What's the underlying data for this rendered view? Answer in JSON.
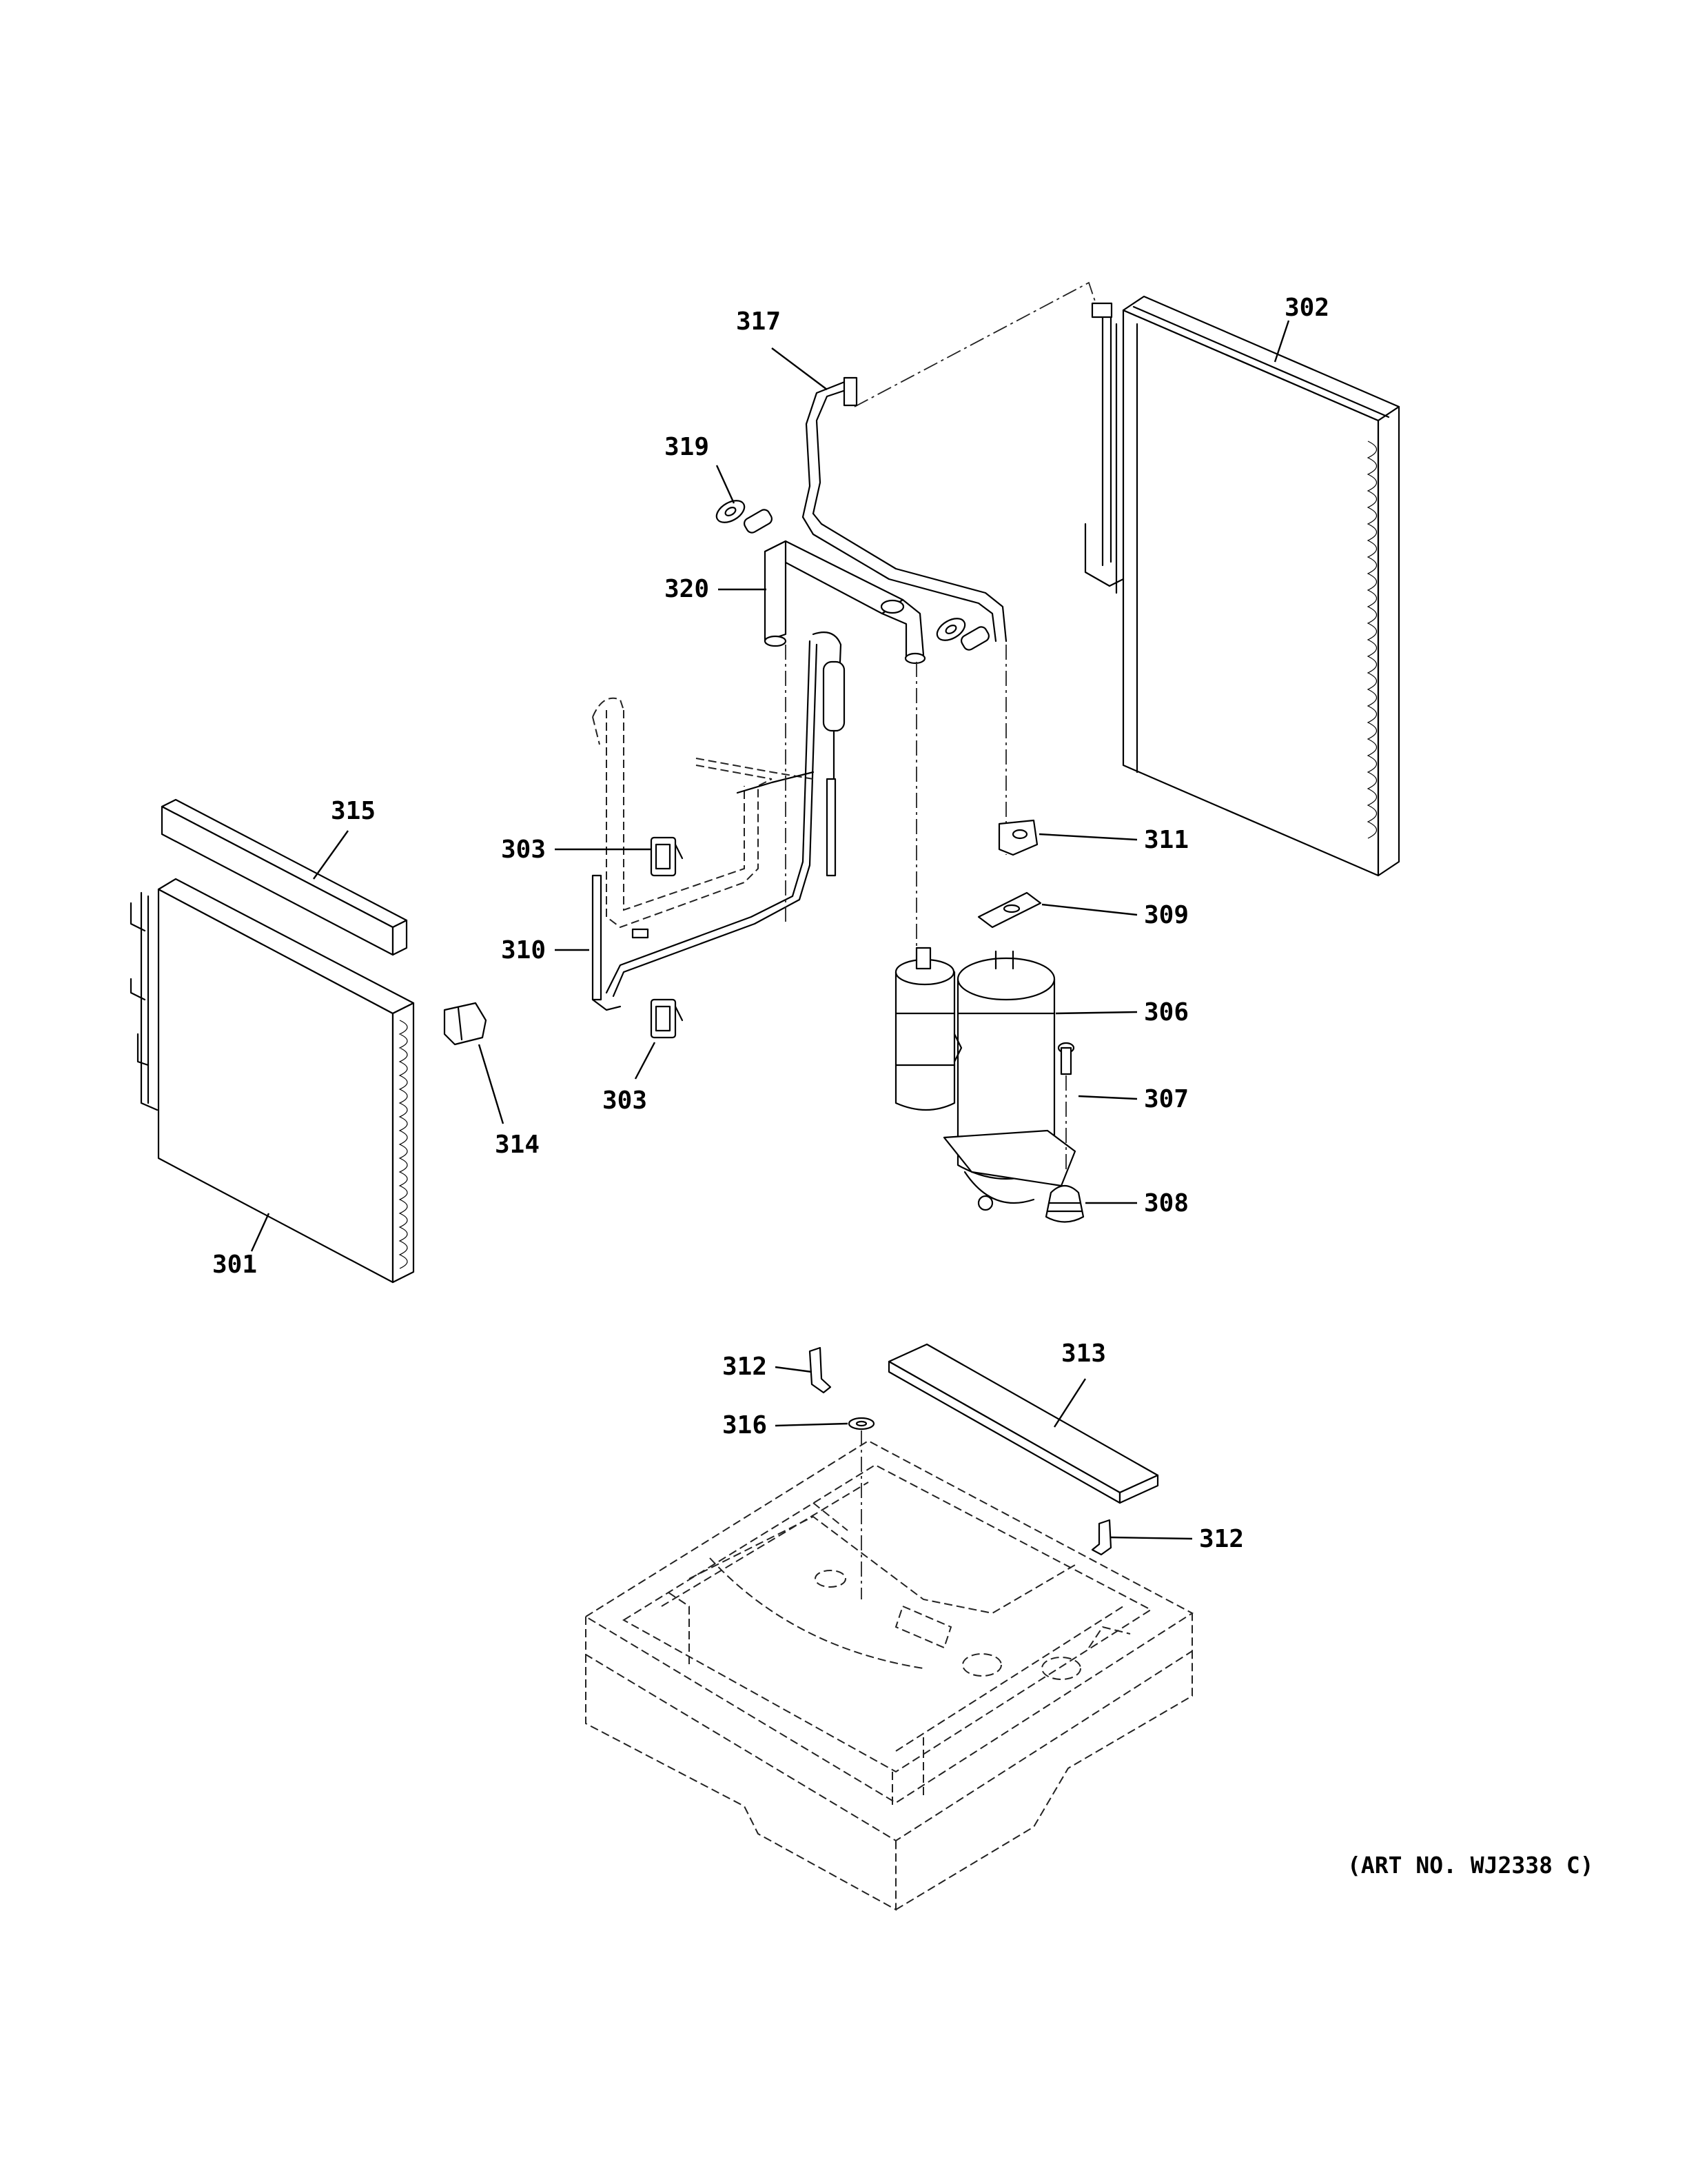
{
  "callouts": [
    {
      "id": "c301",
      "label": "301"
    },
    {
      "id": "c302",
      "label": "302"
    },
    {
      "id": "c303a",
      "label": "303"
    },
    {
      "id": "c303b",
      "label": "303"
    },
    {
      "id": "c306",
      "label": "306"
    },
    {
      "id": "c307",
      "label": "307"
    },
    {
      "id": "c308",
      "label": "308"
    },
    {
      "id": "c309",
      "label": "309"
    },
    {
      "id": "c310",
      "label": "310"
    },
    {
      "id": "c311",
      "label": "311"
    },
    {
      "id": "c312a",
      "label": "312"
    },
    {
      "id": "c312b",
      "label": "312"
    },
    {
      "id": "c313",
      "label": "313"
    },
    {
      "id": "c314",
      "label": "314"
    },
    {
      "id": "c315",
      "label": "315"
    },
    {
      "id": "c316",
      "label": "316"
    },
    {
      "id": "c317",
      "label": "317"
    },
    {
      "id": "c319",
      "label": "319"
    },
    {
      "id": "c320",
      "label": "320"
    }
  ],
  "art_number": "(ART NO. WJ2338 C)"
}
